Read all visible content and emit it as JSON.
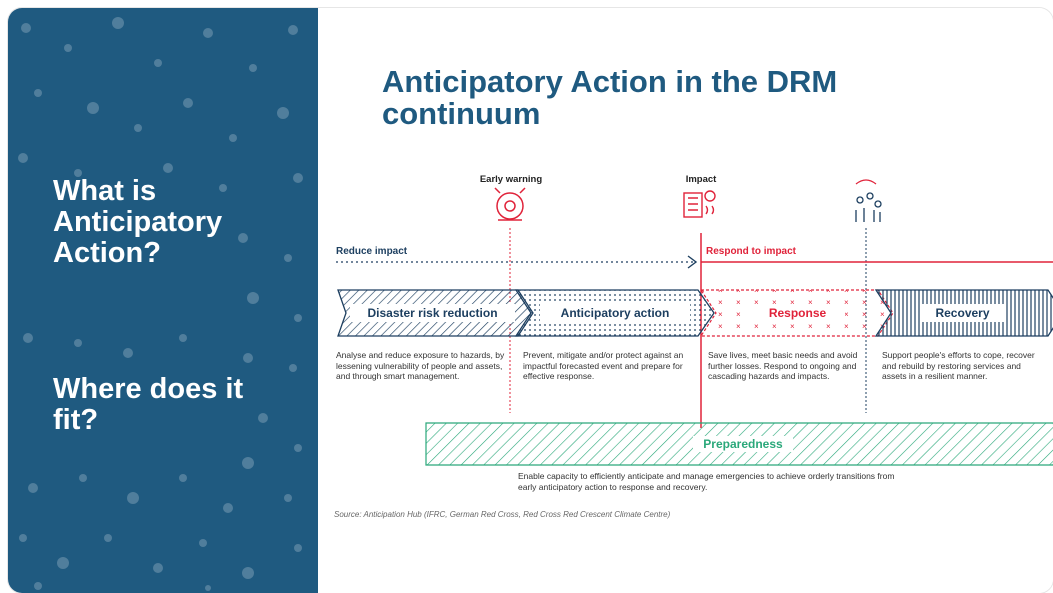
{
  "left_panel": {
    "question1": "What is Anticipatory Action?",
    "question2": "Where does it fit?"
  },
  "slide": {
    "title": "Anticipatory Action in the DRM continuum",
    "milestones": {
      "early_warning": "Early warning",
      "impact": "Impact"
    },
    "arrows": {
      "reduce_impact": "Reduce impact",
      "respond_to_impact": "Respond to impact"
    },
    "phases": [
      {
        "label": "Disaster risk reduction",
        "desc": "Analyse and reduce exposure to hazards, by lessening vulnerability of people and assets, and through smart management."
      },
      {
        "label": "Anticipatory action",
        "desc": "Prevent, mitigate and/or protect against an impactful forecasted event and prepare for effective response."
      },
      {
        "label": "Response",
        "desc": "Save lives, meet basic needs and avoid further losses. Respond to ongoing and cascading hazards and impacts."
      },
      {
        "label": "Recovery",
        "desc": "Support people's efforts to cope, recover and rebuild by restoring services and assets in a resilient manner."
      }
    ],
    "preparedness": {
      "label": "Preparedness",
      "desc": "Enable capacity to efficiently anticipate and manage emergencies to achieve orderly transitions from early anticipatory action to response and recovery."
    },
    "source": "Source: Anticipation Hub (IFRC, German Red Cross, Red Cross Red Crescent Climate Centre)"
  },
  "colors": {
    "navy": "#1f5a80",
    "dark_blue": "#1d3f60",
    "red": "#e0233a",
    "green": "#2aa87a"
  }
}
